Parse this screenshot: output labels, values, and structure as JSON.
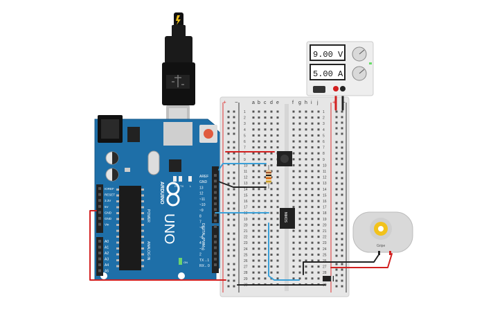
{
  "psu": {
    "voltage": "9.00 V",
    "current": "5.00 A"
  },
  "arduino": {
    "brand": "ARDUINO",
    "model": "UNO",
    "digital_label": "DIGITAL (PWM~)",
    "power_label": "POWER",
    "analog_label": "ANALOG IN",
    "on_label": "ON",
    "top_pins": [
      "AREF",
      "GND",
      "13",
      "12",
      "~11",
      "~10",
      "~9",
      "8",
      "7",
      "~6",
      "~5",
      "4",
      "~3",
      "2",
      "TX→1",
      "RX←0"
    ],
    "power_pins": [
      "IOREF",
      "RESET",
      "3.3V",
      "5V",
      "GND",
      "GND",
      "Vin"
    ],
    "analog_pins": [
      "A0",
      "A1",
      "A2",
      "A3",
      "A4",
      "A5"
    ],
    "led_labels": [
      "RX",
      "TX",
      "L"
    ]
  },
  "breadboard": {
    "cols_left": [
      "a",
      "b",
      "c",
      "d",
      "e"
    ],
    "cols_right": [
      "f",
      "g",
      "h",
      "i",
      "j"
    ],
    "plus": "+",
    "minus": "−",
    "row_numbers": [
      "1",
      "2",
      "3",
      "4",
      "5",
      "6",
      "7",
      "8",
      "9",
      "10",
      "11",
      "12",
      "13",
      "14",
      "15",
      "16",
      "17",
      "18",
      "19",
      "20",
      "21",
      "22",
      "23",
      "24",
      "25",
      "26",
      "27",
      "28",
      "29",
      "30"
    ]
  },
  "mosfet": {
    "label": "NMOS"
  },
  "motor": {
    "label": "Gripe"
  },
  "colors": {
    "board": "#1e6fa8",
    "wire_red": "#d21f1f",
    "wire_blue": "#3aa0d8",
    "wire_black": "#222222"
  }
}
